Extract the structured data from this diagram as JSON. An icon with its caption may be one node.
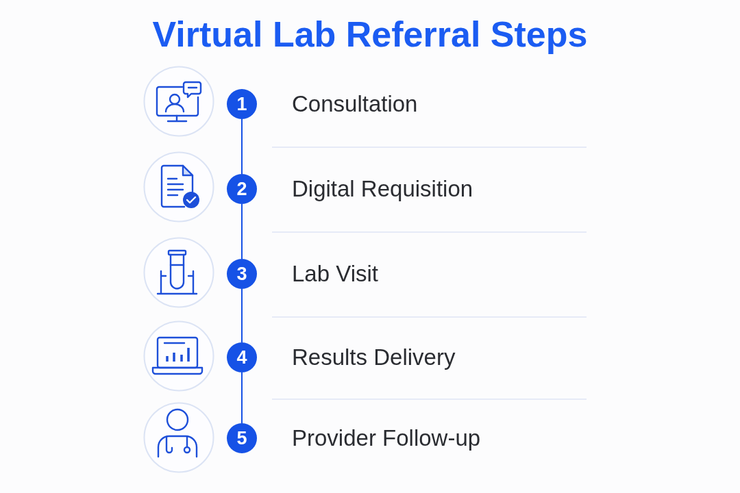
{
  "diagram": {
    "title": "Virtual Lab Referral Steps",
    "nodes": [
      {
        "text": [],
        "shape": "picture"
      },
      {
        "text": [
          "1"
        ],
        "beside": [
          "Consultation"
        ]
      },
      {
        "text": [],
        "shape": "picture"
      },
      {
        "text": [
          "2"
        ],
        "beside": [
          "Digital Requisition"
        ]
      },
      {
        "text": [],
        "shape": "picture"
      },
      {
        "text": [
          "3"
        ],
        "beside": [
          "Lab Visit"
        ]
      },
      {
        "text": [],
        "shape": "picture"
      },
      {
        "text": [
          "4"
        ],
        "beside": [
          "Results Delivery"
        ]
      },
      {
        "text": [],
        "shape": "picture"
      },
      {
        "text": [
          "5"
        ],
        "beside": [
          "Provider Follow-up"
        ]
      }
    ],
    "edges": [
      {
        "from": 1,
        "to": 3,
        "arrow": "none"
      },
      {
        "from": 3,
        "to": 5,
        "arrow": "none"
      },
      {
        "from": 5,
        "to": 7,
        "arrow": "none"
      },
      {
        "from": 7,
        "to": 9,
        "arrow": "none"
      }
    ]
  }
}
